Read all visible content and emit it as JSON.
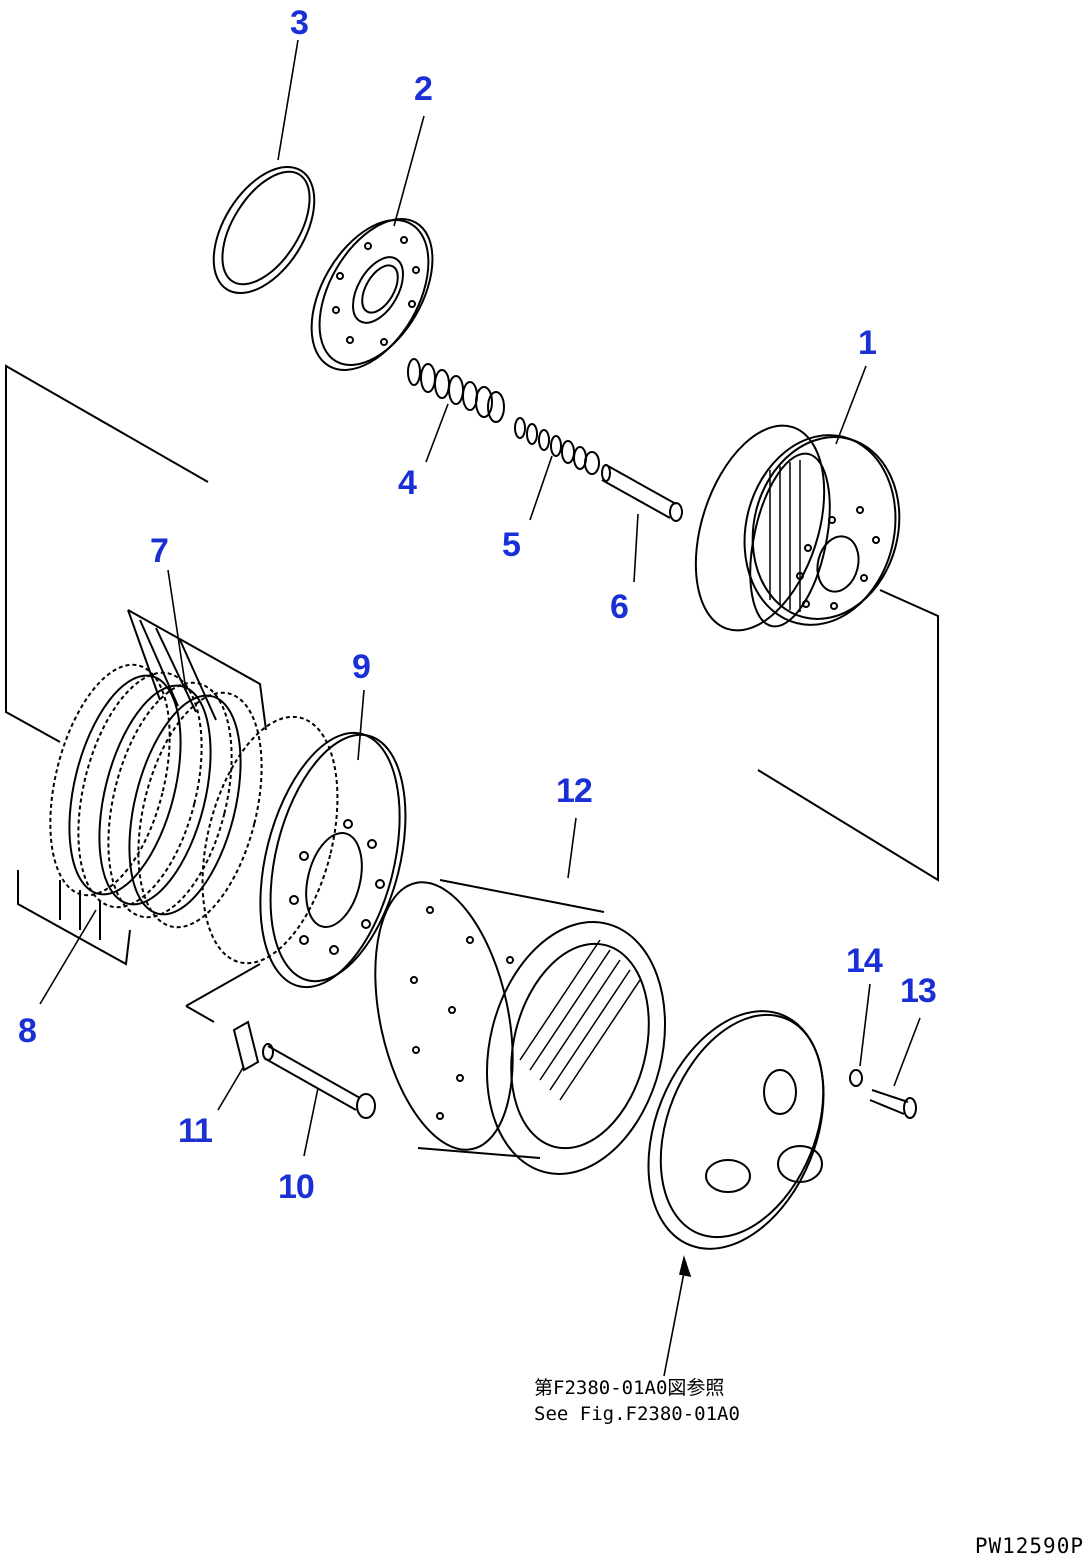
{
  "callouts": {
    "p1": "1",
    "p2": "2",
    "p3": "3",
    "p4": "4",
    "p5": "5",
    "p6": "6",
    "p7": "7",
    "p8": "8",
    "p9": "9",
    "p10": "10",
    "p11": "11",
    "p12": "12",
    "p13": "13",
    "p14": "14"
  },
  "reference_note": {
    "line1": "第F2380-01A0図参照",
    "line2": "See Fig.F2380-01A0"
  },
  "figure_id": "PW12590P",
  "colors": {
    "callout": "#1a2fd6",
    "line": "#000000"
  }
}
